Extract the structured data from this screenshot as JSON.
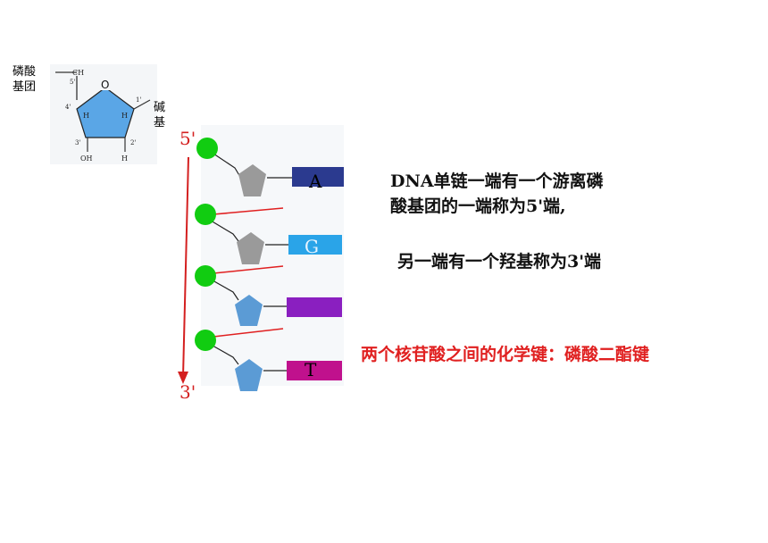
{
  "sugar": {
    "phosphate_label_1": "磷酸",
    "phosphate_label_2": "基团",
    "base_label_1": "碱",
    "base_label_2": "基",
    "ring_o": "O",
    "c5_group": "CH",
    "c5": "5'",
    "c4": "4'",
    "c3": "3'",
    "c2": "2'",
    "c1": "1'",
    "h_left": "H",
    "h_right": "H",
    "oh": "OH",
    "h_bottom": "H"
  },
  "strand": {
    "top_label": "5'",
    "bottom_label": "3'",
    "bases": [
      {
        "letter": "A",
        "color": "#2b3a8f"
      },
      {
        "letter": "G",
        "color": "#2aa4e8"
      },
      {
        "letter": "",
        "color": "#8a1fc0"
      },
      {
        "letter": "T",
        "color": "#c0118d"
      }
    ],
    "sugar_colors": [
      "#9a9a9a",
      "#9a9a9a",
      "#5b9bd5",
      "#5b9bd5"
    ],
    "phosphate_color": "#11cc11",
    "bond_color": "#e02020",
    "arrow_color": "#d42020"
  },
  "text": {
    "line1": "DNA单链一端有一个游离磷",
    "line2": "酸基团的一端称为5'端,",
    "line3": "另一端有一个羟基称为3'端",
    "bond_note": "两个核苷酸之间的化学键：磷酸二酯键"
  }
}
